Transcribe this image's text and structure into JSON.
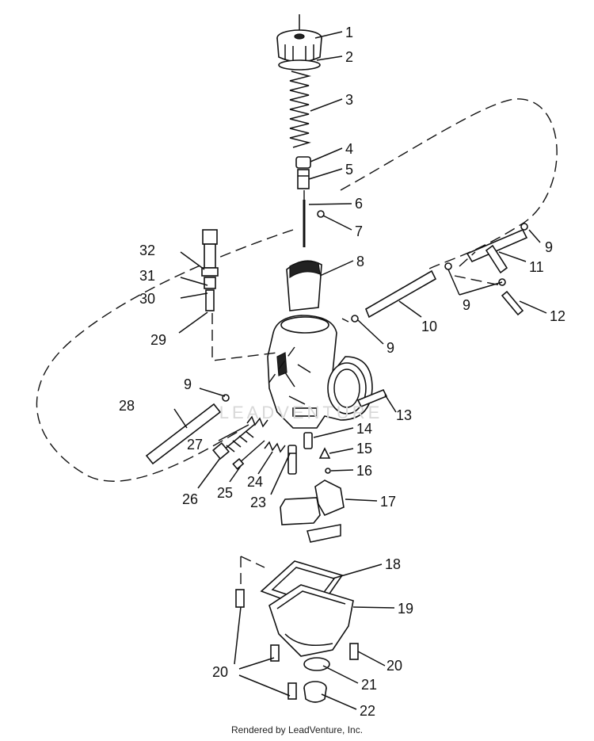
{
  "diagram": {
    "callouts": [
      "1",
      "2",
      "3",
      "4",
      "5",
      "6",
      "7",
      "8",
      "9",
      "10",
      "11",
      "12",
      "13",
      "14",
      "15",
      "16",
      "17",
      "18",
      "19",
      "20",
      "21",
      "22",
      "23",
      "24",
      "25",
      "26",
      "27",
      "28",
      "29",
      "30",
      "31",
      "32"
    ]
  },
  "colors": {
    "ink": "#111111",
    "paper": "#ffffff"
  },
  "watermark": "LEADVENTURE",
  "footer": "Rendered by LeadVenture, Inc."
}
